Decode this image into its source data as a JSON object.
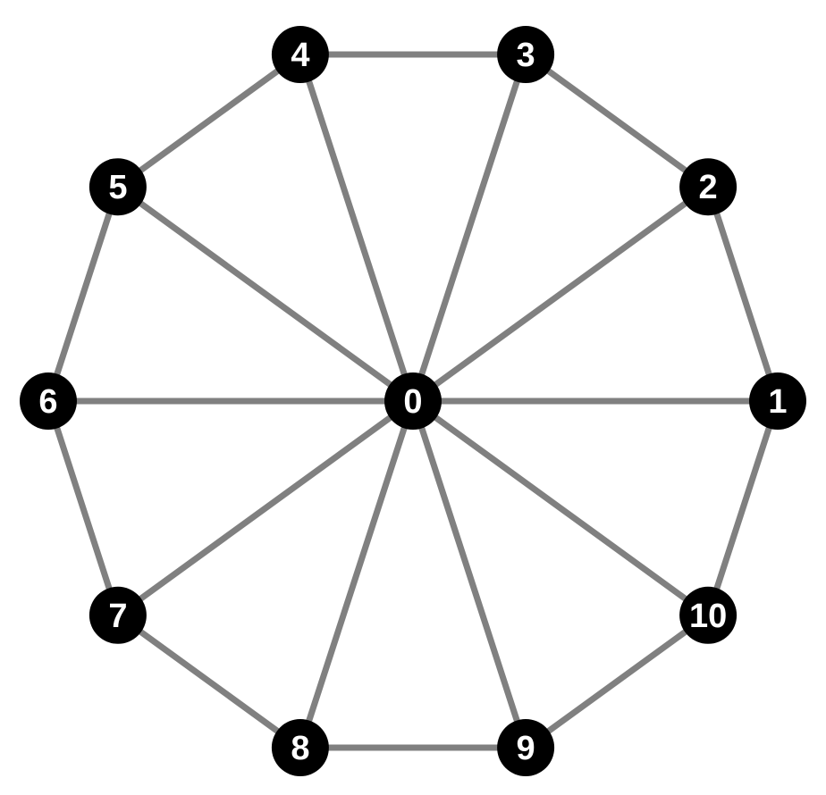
{
  "graph": {
    "type": "wheel",
    "nodes": [
      {
        "id": "0",
        "label": "0"
      },
      {
        "id": "1",
        "label": "1"
      },
      {
        "id": "2",
        "label": "2"
      },
      {
        "id": "3",
        "label": "3"
      },
      {
        "id": "4",
        "label": "4"
      },
      {
        "id": "5",
        "label": "5"
      },
      {
        "id": "6",
        "label": "6"
      },
      {
        "id": "7",
        "label": "7"
      },
      {
        "id": "8",
        "label": "8"
      },
      {
        "id": "9",
        "label": "9"
      },
      {
        "id": "10",
        "label": "10"
      }
    ],
    "edges": [
      [
        "0",
        "1"
      ],
      [
        "0",
        "2"
      ],
      [
        "0",
        "3"
      ],
      [
        "0",
        "4"
      ],
      [
        "0",
        "5"
      ],
      [
        "0",
        "6"
      ],
      [
        "0",
        "7"
      ],
      [
        "0",
        "8"
      ],
      [
        "0",
        "9"
      ],
      [
        "0",
        "10"
      ],
      [
        "1",
        "2"
      ],
      [
        "2",
        "3"
      ],
      [
        "3",
        "4"
      ],
      [
        "4",
        "5"
      ],
      [
        "5",
        "6"
      ],
      [
        "6",
        "7"
      ],
      [
        "7",
        "8"
      ],
      [
        "8",
        "9"
      ],
      [
        "9",
        "10"
      ],
      [
        "10",
        "1"
      ]
    ],
    "colors": {
      "node_fill": "#000000",
      "label_color": "#ffffff",
      "edge_color": "#808080",
      "background": "#ffffff"
    }
  }
}
